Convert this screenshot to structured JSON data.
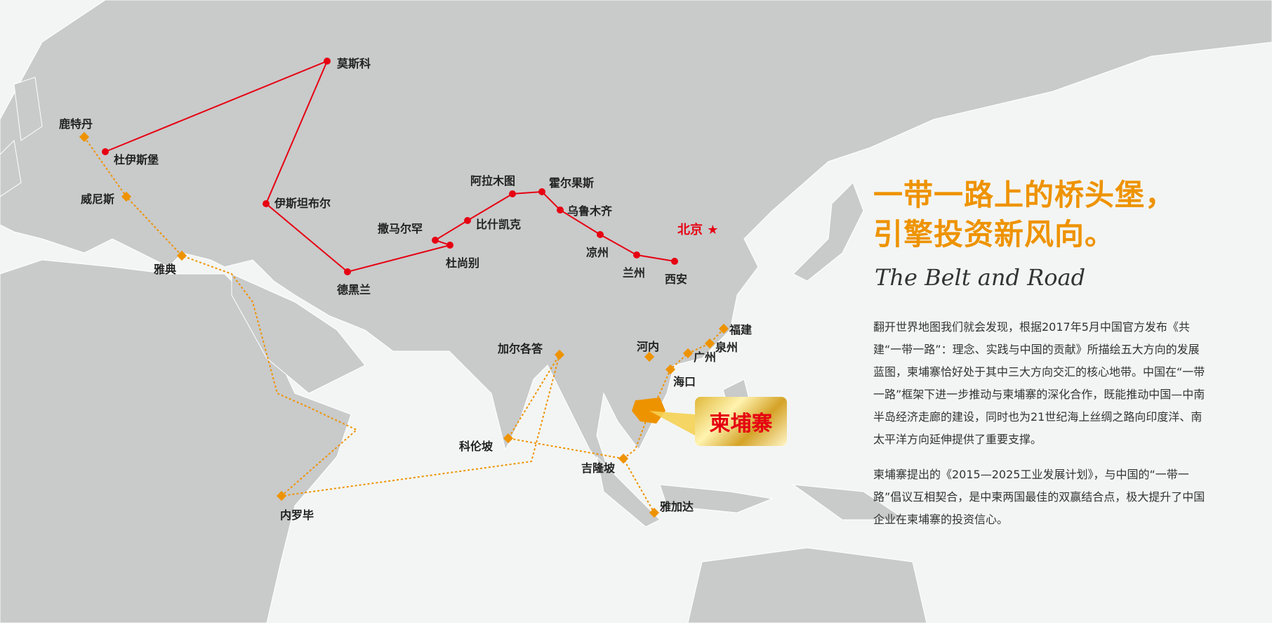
{
  "title_line1": "一带一路上的桥头堡，",
  "title_line2": "引擎投资新风向。",
  "subtitle": "The Belt and Road",
  "paragraphs": [
    "翻开世界地图我们就会发现，根据2017年5月中国官方发布《共建“一带一路”：理念、实践与中国的贡献》所描绘五大方向的发展蓝图，柬埔寨恰好处于其中三大方向交汇的核心地带。中国在“一带一路”框架下进一步推动与柬埔寨的深化合作，既能推动中国—中南半岛经济走廊的建设，同时也为21世纪海上丝绸之路向印度洋、南太平洋方向延伸提供了重要支撑。",
    "柬埔寨提出的《2015—2025工业发展计划》，与中国的“一带一路”倡议互相契合，是中柬两国最佳的双赢结合点，极大提升了中国企业在柬埔寨的投资信心。"
  ],
  "highlight_country": "柬埔寨",
  "capital": "北京",
  "land_route": [
    "杜伊斯堡",
    "莫斯科",
    "伊斯坦布尔",
    "德黑兰",
    "杜尚别",
    "撒马尔罕",
    "比什凯克",
    "阿拉木图",
    "霍尔果斯",
    "乌鲁木齐",
    "凉州",
    "兰州",
    "西安"
  ],
  "sea_route": [
    "鹿特丹",
    "威尼斯",
    "雅典",
    "内罗毕",
    "科伦坡",
    "加尔各答",
    "吉隆坡",
    "雅加达",
    "河内",
    "海口",
    "广州",
    "泉州",
    "福建"
  ],
  "colors": {
    "land_route": "#e60012",
    "sea_route": "#ee9300",
    "land": "#c9caca",
    "sea": "#f3f5f4",
    "title": "#ee9300"
  }
}
